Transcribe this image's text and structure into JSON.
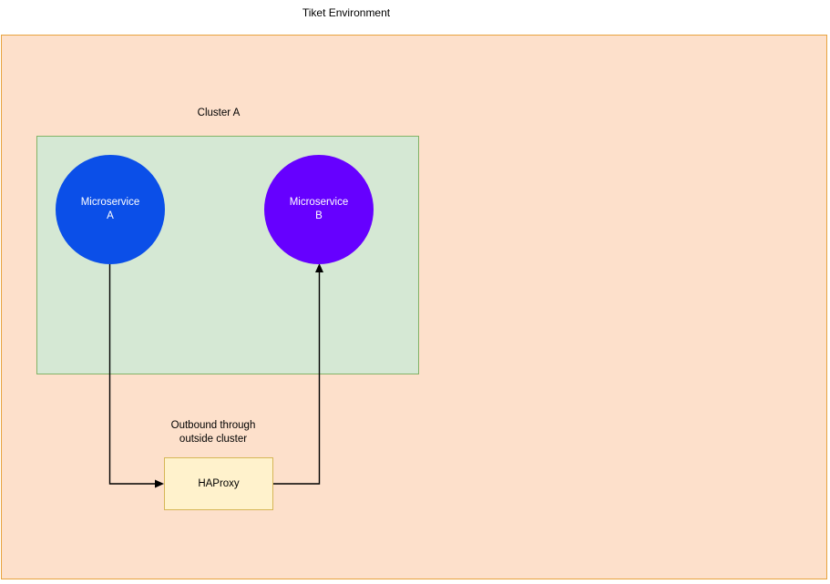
{
  "diagram": {
    "title": "Tiket Environment",
    "environment": {
      "name": "environment-container",
      "fill_color": "#fde0cb",
      "border_color": "#e8a33d"
    },
    "cluster": {
      "label": "Cluster A",
      "fill_color": "#d5e8d4",
      "border_color": "#82b366"
    },
    "nodes": [
      {
        "id": "microservice-a",
        "line1": "Microservice",
        "line2": "A",
        "shape": "circle",
        "fill_color": "#0b4fe8",
        "text_color": "#ffffff"
      },
      {
        "id": "microservice-b",
        "line1": "Microservice",
        "line2": "B",
        "shape": "circle",
        "fill_color": "#6600ff",
        "text_color": "#ffffff"
      }
    ],
    "haproxy": {
      "label": "HAProxy",
      "caption_line1": "Outbound through",
      "caption_line2": "outside cluster",
      "fill_color": "#fff2cc",
      "border_color": "#d6b656"
    },
    "edges": [
      {
        "id": "edge-microservice-a-to-haproxy",
        "from": "microservice-a",
        "to": "haproxy",
        "stroke_color": "#000000"
      },
      {
        "id": "edge-haproxy-to-microservice-b",
        "from": "haproxy",
        "to": "microservice-b",
        "stroke_color": "#000000"
      }
    ]
  }
}
